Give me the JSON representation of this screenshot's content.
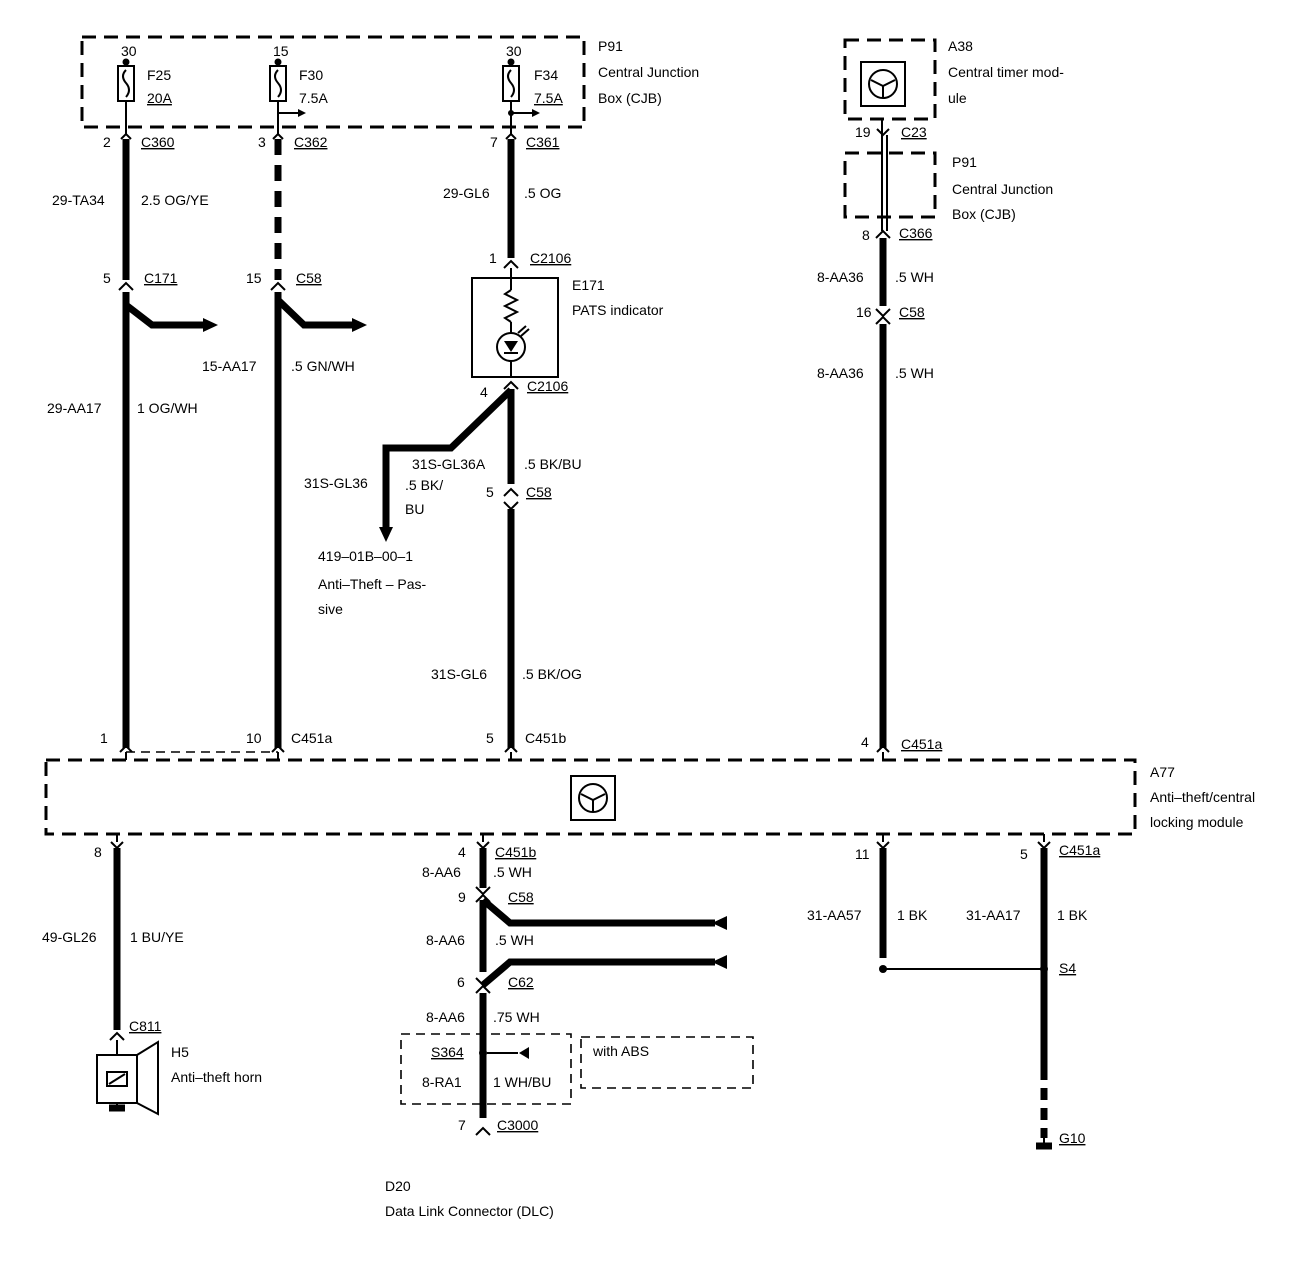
{
  "cjb_top": {
    "id": "P91",
    "line1": "Central Junction",
    "line2": "Box (CJB)"
  },
  "cjb_right": {
    "id": "P91",
    "line1": "Central Junction",
    "line2": "Box (CJB)"
  },
  "fuses": [
    {
      "pin": "30",
      "id": "F25",
      "rating": "20A",
      "out_pin": "2",
      "connector": "C360"
    },
    {
      "pin": "15",
      "id": "F30",
      "rating": "7.5A",
      "out_pin": "3",
      "connector": "C362"
    },
    {
      "pin": "30",
      "id": "F34",
      "rating": "7.5A",
      "out_pin": "7",
      "connector": "C361"
    }
  ],
  "timer_module": {
    "id": "A38",
    "line1": "Central timer mod-",
    "line2": "ule",
    "pin": "19",
    "connector": "C23"
  },
  "wires": {
    "w1": {
      "circuit": "29-TA34",
      "spec": "2.5 OG/YE"
    },
    "w1b": {
      "circuit": "29-AA17",
      "spec": "1 OG/WH"
    },
    "w2": {
      "circuit": "15-AA17",
      "spec": ".5 GN/WH"
    },
    "w3": {
      "circuit": "29-GL6",
      "spec": ".5 OG"
    },
    "w3b": {
      "circuit": "31S-GL36A",
      "spec": ".5 BK/BU"
    },
    "w3c": {
      "circuit": "31S-GL6",
      "spec": ".5 BK/OG"
    },
    "w3branch": {
      "circuit": "31S-GL36",
      "spec1": ".5 BK/",
      "spec2": "BU"
    },
    "w4a": {
      "circuit": "8-AA36",
      "spec": ".5 WH"
    },
    "w4b": {
      "circuit": "8-AA36",
      "spec": ".5 WH"
    },
    "w5": {
      "circuit": "49-GL26",
      "spec": "1 BU/YE"
    },
    "w6a": {
      "circuit": "8-AA6",
      "spec": ".5 WH"
    },
    "w6b": {
      "circuit": "8-AA6",
      "spec": ".5 WH"
    },
    "w6c": {
      "circuit": "8-AA6",
      "spec": ".75 WH"
    },
    "w6d": {
      "circuit": "8-RA1",
      "spec": "1 WH/BU"
    },
    "w7": {
      "circuit": "31-AA57",
      "spec": "1 BK"
    },
    "w8": {
      "circuit": "31-AA17",
      "spec": "1 BK"
    }
  },
  "connectors": {
    "c171": {
      "pin": "5",
      "name": "C171"
    },
    "c58a": {
      "pin": "15",
      "name": "C58"
    },
    "c2106a": {
      "pin": "1",
      "name": "C2106"
    },
    "c2106b": {
      "pin": "4",
      "name": "C2106"
    },
    "c58b": {
      "pin": "5",
      "name": "C58"
    },
    "c366": {
      "pin": "8",
      "name": "C366"
    },
    "c58c": {
      "pin": "16",
      "name": "C58"
    },
    "m1": {
      "pin": "1"
    },
    "m2": {
      "pin": "10",
      "name": "C451a"
    },
    "m3": {
      "pin": "5",
      "name": "C451b"
    },
    "m4": {
      "pin": "4",
      "name": "C451a"
    },
    "b1": {
      "pin": "8"
    },
    "b2": {
      "pin": "4",
      "name": "C451b"
    },
    "b3": {
      "pin": "11"
    },
    "b4": {
      "pin": "5",
      "name": "C451a"
    },
    "c58d": {
      "pin": "9",
      "name": "C58"
    },
    "c62": {
      "pin": "6",
      "name": "C62"
    },
    "c811": {
      "name": "C811"
    },
    "s364": {
      "name": "S364"
    },
    "c3000": {
      "pin": "7",
      "name": "C3000"
    },
    "s4": {
      "name": "S4"
    },
    "g10": {
      "name": "G10"
    }
  },
  "pats": {
    "id": "E171",
    "label": "PATS indicator"
  },
  "xref": {
    "code": "419–01B–00–1",
    "line1": "Anti–Theft – Pas-",
    "line2": "sive"
  },
  "module": {
    "id": "A77",
    "line1": "Anti–theft/central",
    "line2": "locking module"
  },
  "horn": {
    "id": "H5",
    "label": "Anti–theft horn"
  },
  "abs_note": "with ABS",
  "dlc": {
    "id": "D20",
    "label": "Data Link Connector (DLC)"
  }
}
